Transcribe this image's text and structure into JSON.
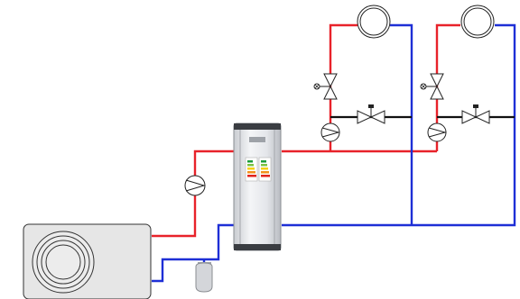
{
  "diagram": {
    "description_visible_text": [],
    "colors": {
      "hot_supply": "#e8222a",
      "cold_return": "#1e2fd6",
      "bypass": "#111111",
      "equipment_fill": "#e6e6e6",
      "tank_fill": "#e9ebee"
    },
    "components": [
      {
        "name": "outdoor-heat-pump-unit",
        "icon": "fan-unit-icon"
      },
      {
        "name": "buffer-tank",
        "icon": "cylinder-tank-icon"
      },
      {
        "name": "expansion-vessel",
        "icon": "expansion-vessel-icon"
      },
      {
        "name": "primary-circulation-pump",
        "icon": "pump-icon"
      },
      {
        "name": "circuit-1-pump",
        "icon": "pump-icon"
      },
      {
        "name": "circuit-2-pump",
        "icon": "pump-icon"
      },
      {
        "name": "circuit-1-motorized-valve",
        "icon": "motorized-valve-icon"
      },
      {
        "name": "circuit-2-motorized-valve",
        "icon": "motorized-valve-icon"
      },
      {
        "name": "circuit-1-bypass-valve",
        "icon": "bypass-valve-icon"
      },
      {
        "name": "circuit-2-bypass-valve",
        "icon": "bypass-valve-icon"
      },
      {
        "name": "circuit-1-emitter",
        "icon": "radiator-circle-icon"
      },
      {
        "name": "circuit-2-emitter",
        "icon": "radiator-circle-icon"
      }
    ]
  }
}
